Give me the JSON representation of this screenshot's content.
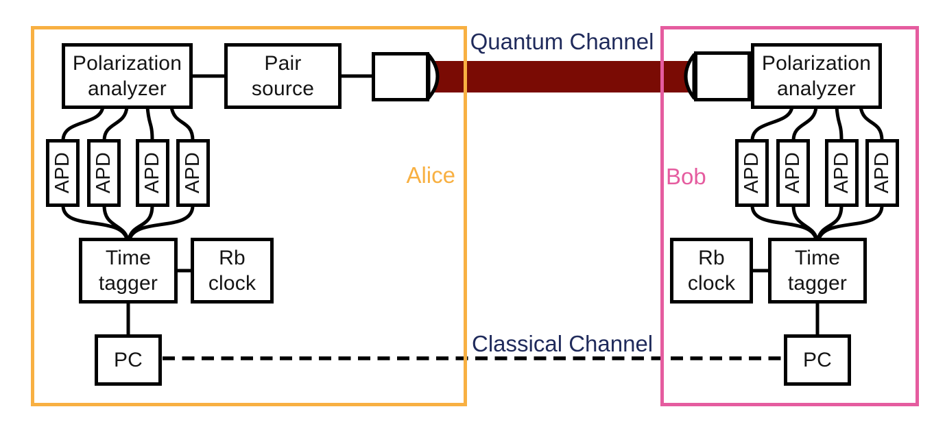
{
  "colors": {
    "alice": "#F8B042",
    "bob": "#E55C9F",
    "channel_label": "#1F2A5B",
    "quantum_fiber": "#7A0B04",
    "wire": "#000000"
  },
  "channels": {
    "quantum_label": "Quantum Channel",
    "classical_label": "Classical Channel"
  },
  "alice": {
    "name": "Alice",
    "polarization_analyzer": {
      "line1": "Polarization",
      "line2": "analyzer"
    },
    "pair_source": {
      "line1": "Pair",
      "line2": "source"
    },
    "apds": [
      "APD",
      "APD",
      "APD",
      "APD"
    ],
    "time_tagger": {
      "line1": "Time",
      "line2": "tagger"
    },
    "rb_clock": {
      "line1": "Rb",
      "line2": "clock"
    },
    "pc": "PC"
  },
  "bob": {
    "name": "Bob",
    "polarization_analyzer": {
      "line1": "Polarization",
      "line2": "analyzer"
    },
    "apds": [
      "APD",
      "APD",
      "APD",
      "APD"
    ],
    "time_tagger": {
      "line1": "Time",
      "line2": "tagger"
    },
    "rb_clock": {
      "line1": "Rb",
      "line2": "clock"
    },
    "pc": "PC"
  }
}
